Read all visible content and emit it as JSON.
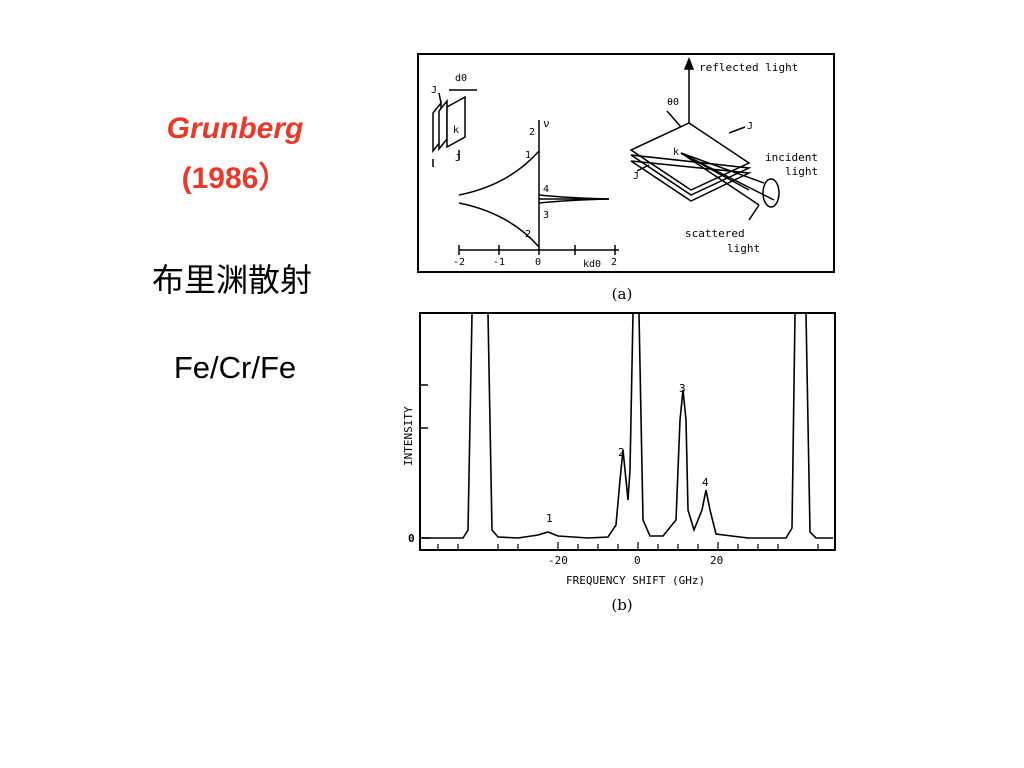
{
  "slide": {
    "title_line1": "Grunberg",
    "title_line2": "(1986）",
    "subtitle_cn": "布里渊散射",
    "material": "Fe/Cr/Fe"
  },
  "figure_a": {
    "caption": "(a)",
    "labels": {
      "d0": "d0",
      "j_top": "J",
      "k_layer": "k",
      "j_bottom": "J",
      "nu": "ν",
      "two_top": "2",
      "one": "1",
      "four": "4",
      "three": "3",
      "two_bottom": "2",
      "kd0": "kd0",
      "reflected_light": "reflected light",
      "theta0": "θ0",
      "j_right": "J",
      "k_right": "k",
      "j_left": "J",
      "incident_light_1": "incident",
      "incident_light_2": "light",
      "scattered_light_1": "scattered",
      "scattered_light_2": "light"
    },
    "x_ticks": [
      "-2",
      "-1",
      "0",
      "2"
    ]
  },
  "figure_b": {
    "caption": "(b)",
    "ylabel": "INTENSITY",
    "xlabel": "FREQUENCY SHIFT (GHz)",
    "y_zero": "0",
    "x_ticks": [
      "-20",
      "0",
      "20"
    ],
    "peak_labels": [
      "1",
      "2",
      "3",
      "4"
    ]
  }
}
